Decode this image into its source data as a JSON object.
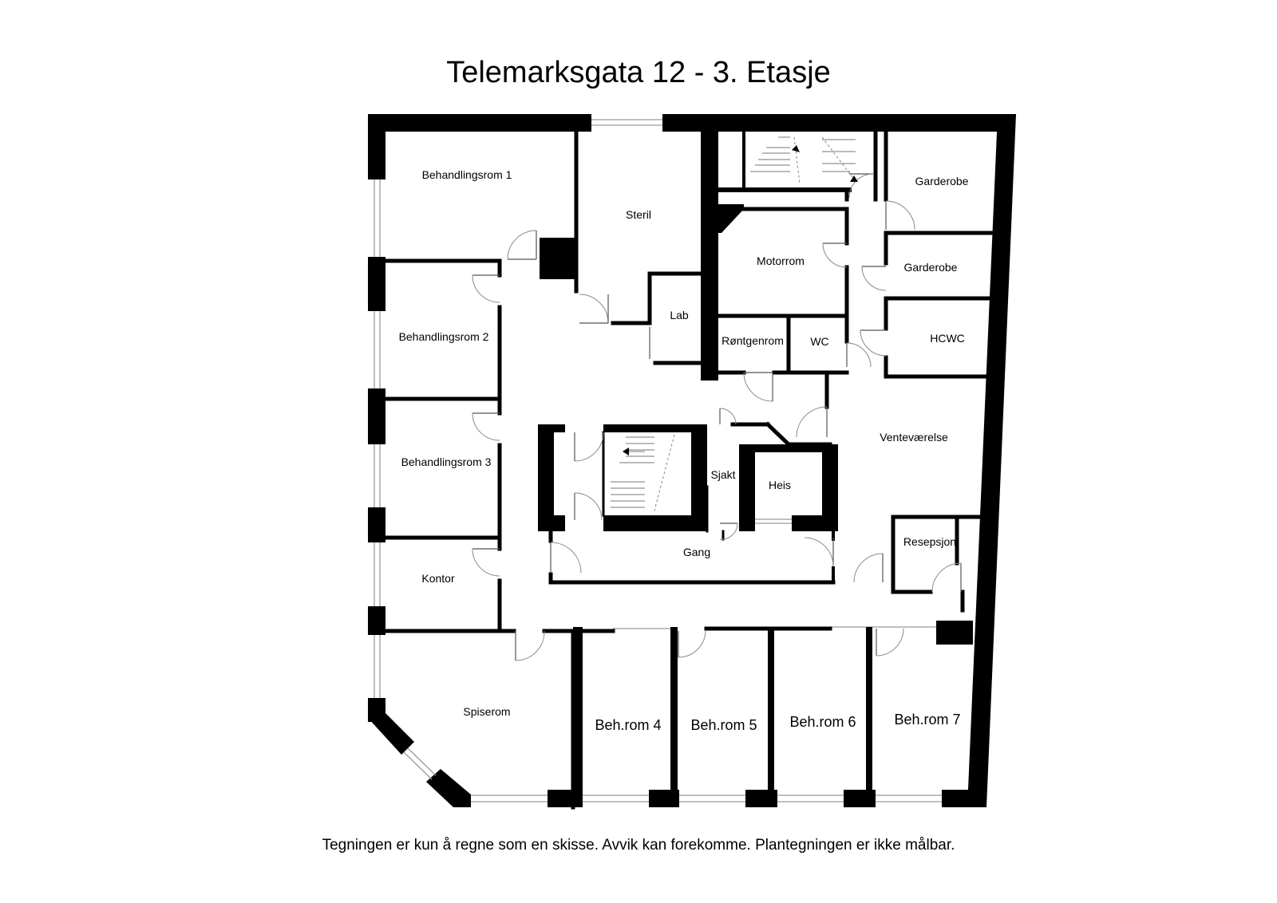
{
  "title": "Telemarksgata 12 - 3. Etasje",
  "disclaimer": "Tegningen er kun å regne som en skisse. Avvik kan forekomme. Plantegningen er ikke målbar.",
  "rooms": {
    "behandlingsrom_1": "Behandlingsrom 1",
    "steril": "Steril",
    "garderobe_1": "Garderobe",
    "motorrom": "Motorrom",
    "garderobe_2": "Garderobe",
    "lab": "Lab",
    "behandlingsrom_2": "Behandlingsrom 2",
    "rontgenrom": "Røntgenrom",
    "wc": "WC",
    "hcwc": "HCWC",
    "ventevaerelse": "Venteværelse",
    "behandlingsrom_3": "Behandlingsrom 3",
    "sjakt": "Sjakt",
    "heis": "Heis",
    "gang": "Gang",
    "resepsjon": "Resepsjon",
    "kontor": "Kontor",
    "spiserom": "Spiserom",
    "beh_rom_4": "Beh.rom 4",
    "beh_rom_5": "Beh.rom 5",
    "beh_rom_6": "Beh.rom 6",
    "beh_rom_7": "Beh.rom 7"
  },
  "colors": {
    "wall": "#000000",
    "window": "#9a9a9a",
    "background": "#ffffff"
  }
}
